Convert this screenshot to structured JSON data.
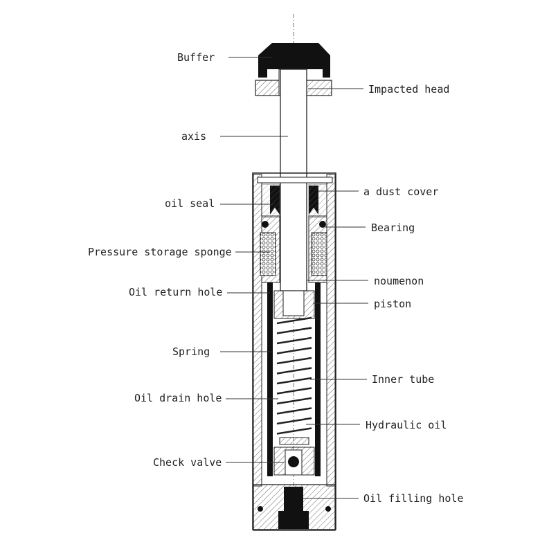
{
  "diagram": {
    "labels_left": {
      "buffer": "Buffer",
      "axis": "axis",
      "oil_seal": "oil seal",
      "pressure_storage_sponge": "Pressure storage sponge",
      "oil_return_hole": "Oil return hole",
      "spring": "Spring",
      "oil_drain_hole": "Oil drain hole",
      "check_valve": "Check valve"
    },
    "labels_right": {
      "impacted_head": "Impacted head",
      "dust_cover": "a dust cover",
      "bearing": "Bearing",
      "noumenon": "noumenon",
      "piston": "piston",
      "inner_tube": "Inner tube",
      "hydraulic_oil": "Hydraulic oil",
      "oil_filling_hole": "Oil filling hole"
    }
  },
  "colors": {
    "line": "#2a2a2a",
    "fill_black": "#111111",
    "hatch": "#555555",
    "text": "#222222",
    "background": "#ffffff"
  }
}
